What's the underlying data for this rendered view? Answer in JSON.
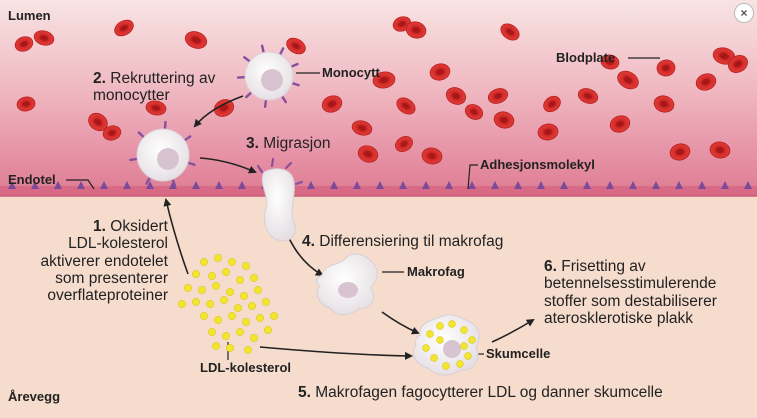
{
  "diagram": {
    "region_lumen": "Lumen",
    "region_wall": "Årevegg",
    "label_endothelium": "Endotel",
    "label_monocyte": "Monocytt",
    "label_platelet": "Blodplate",
    "label_adhesion": "Adhesjonsmolekyl",
    "label_macrophage": "Makrofag",
    "label_foam_cell": "Skumcelle",
    "label_ldl": "LDL-kolesterol",
    "steps": [
      {
        "num": "1.",
        "lines": [
          "Oksidert",
          "LDL-kolesterol",
          "aktiverer endotelet",
          "som presenterer",
          "overflateproteiner"
        ]
      },
      {
        "num": "2.",
        "lines": [
          "Rekruttering av",
          "monocytter"
        ]
      },
      {
        "num": "3.",
        "lines": [
          "Migrasjon"
        ]
      },
      {
        "num": "4.",
        "lines": [
          "Differensiering til makrofag"
        ]
      },
      {
        "num": "5.",
        "lines": [
          "Makrofagen fagocytterer LDL og danner skumcelle"
        ]
      },
      {
        "num": "6.",
        "lines": [
          "Frisetting av",
          "betennelsesstimulerende",
          "stoffer som destabiliserer",
          "aterosklerotiske plakk"
        ]
      }
    ]
  },
  "close_icon": "close-icon",
  "close_glyph": "×",
  "colors": {
    "lumen_top": "#f7dfe0",
    "lumen_bottom": "#e0809a",
    "wall": "#f6dccd",
    "red_cell": "#d42a2a",
    "ldl": "#f3e62c",
    "receptor": "#8a4e9e"
  }
}
